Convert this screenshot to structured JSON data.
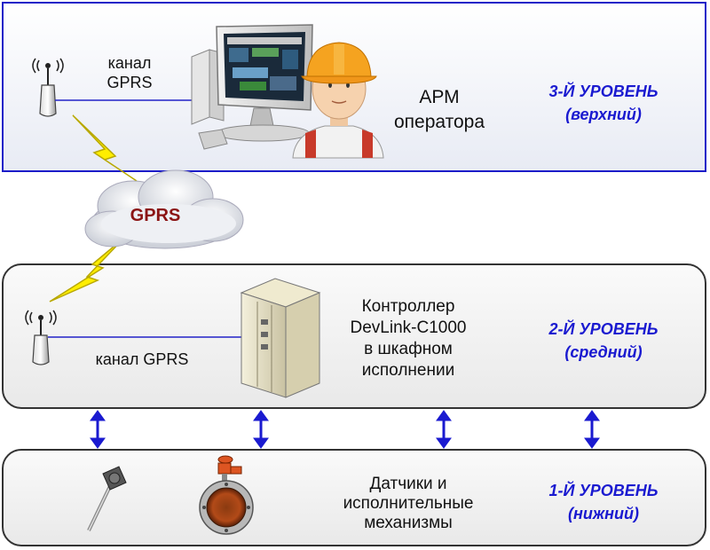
{
  "level3": {
    "channel_line1": "канал",
    "channel_line2": "GPRS",
    "arm_line1": "АРМ",
    "arm_line2": "оператора",
    "level_line1": "3-Й УРОВЕНЬ",
    "level_line2": "(верхний)"
  },
  "cloud_label": "GPRS",
  "level2": {
    "channel_label": "канал GPRS",
    "controller_lines": [
      "Контроллер",
      "DevLink-C1000",
      "в шкафном",
      "исполнении"
    ],
    "level_line1": "2-Й УРОВЕНЬ",
    "level_line2": "(средний)"
  },
  "level1": {
    "devices_lines": [
      "Датчики и",
      "исполнительные",
      "механизмы"
    ],
    "level_line1": "1-Й УРОВЕНЬ",
    "level_line2": "(нижний)"
  },
  "colors": {
    "accent_blue": "#1a1ad0",
    "panel_border_top": "#1c1cc8",
    "lightning": "#ffee00",
    "cloud_text": "#8b1414"
  }
}
